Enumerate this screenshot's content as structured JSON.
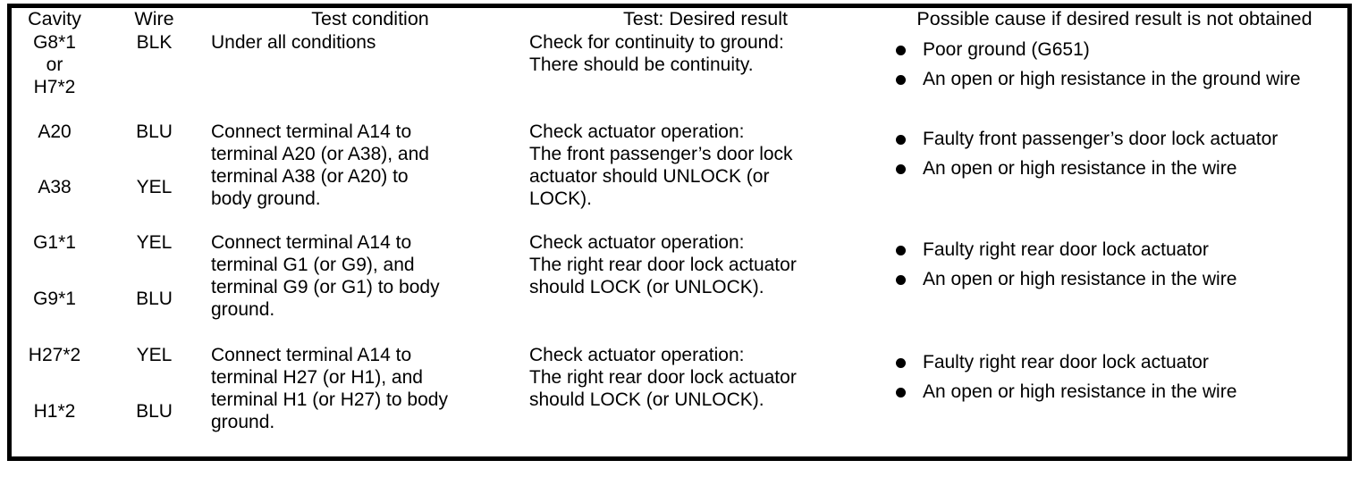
{
  "table": {
    "columns": [
      {
        "key": "cavity",
        "label": "Cavity"
      },
      {
        "key": "wire",
        "label": "Wire"
      },
      {
        "key": "condition",
        "label": "Test condition"
      },
      {
        "key": "test",
        "label": "Test: Desired result"
      },
      {
        "key": "cause",
        "label": "Possible cause if desired result is not obtained"
      }
    ],
    "groups": [
      {
        "rows": [
          {
            "cavity": "G8*1\nor\nH7*2",
            "wire": "BLK"
          }
        ],
        "condition": "Under all conditions",
        "test": "Check for continuity to ground:\nThere should be continuity.",
        "causes": [
          "Poor ground (G651)",
          "An open or high resistance in the ground wire"
        ]
      },
      {
        "rows": [
          {
            "cavity": "A20",
            "wire": "BLU"
          },
          {
            "cavity": "A38",
            "wire": "YEL"
          }
        ],
        "condition": "Connect terminal A14   to\nterminal A20   (or A38),   and\nterminal A38   (or A20)   to\nbody ground.",
        "test": "Check actuator operation:\nThe front passenger’s door lock\nactuator should UNLOCK (or\nLOCK).",
        "causes": [
          "Faulty front passenger’s door lock actuator",
          "An open or high resistance in the wire"
        ]
      },
      {
        "rows": [
          {
            "cavity": "G1*1",
            "wire": "YEL"
          },
          {
            "cavity": "G9*1",
            "wire": "BLU"
          }
        ],
        "condition": "Connect terminal A14 to\nterminal G1 (or G9), and\nterminal G9 (or G1) to body\nground.",
        "test": "Check actuator operation:\nThe right rear door lock actuator\nshould LOCK (or UNLOCK).",
        "causes": [
          "Faulty right rear door lock actuator",
          "An open or high resistance in the wire"
        ]
      },
      {
        "rows": [
          {
            "cavity": "H27*2",
            "wire": "YEL"
          },
          {
            "cavity": "H1*2",
            "wire": "BLU"
          }
        ],
        "condition": "Connect terminal A14   to\nterminal H27   (or H1),   and\nterminal H1   (or H27)   to body\nground.",
        "test": "Check actuator operation:\nThe right rear door lock actuator\nshould LOCK (or UNLOCK).",
        "causes": [
          "Faulty right rear door lock actuator",
          "An open or high resistance in the wire"
        ]
      }
    ]
  },
  "style": {
    "border_color": "#000000",
    "background": "#ffffff",
    "bullet_glyph": "filled-round-bullet"
  }
}
